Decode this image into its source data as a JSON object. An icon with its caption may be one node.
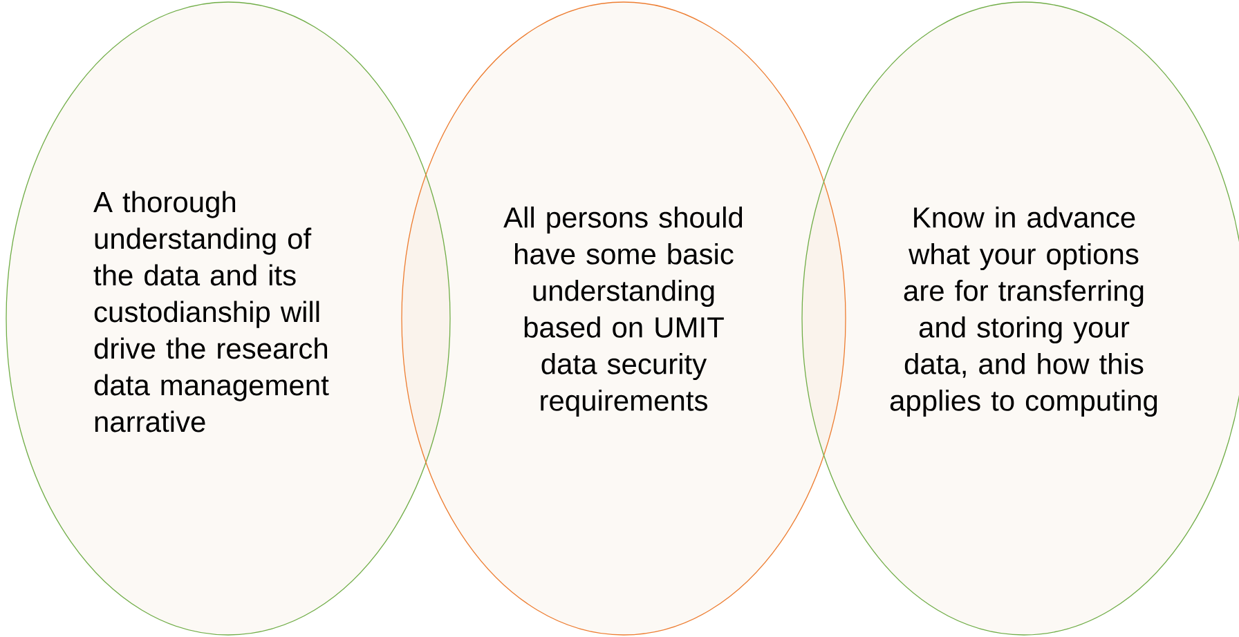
{
  "diagram": {
    "nodes": [
      {
        "text": [
          "A thorough understanding of the data and its custodianship will drive the research data management narrative"
        ]
      },
      {
        "text": [
          "All persons should have some basic understanding based on UMIT data security requirements"
        ]
      },
      {
        "text": [
          "Know in advance what your options are for transferring and storing your data, and how this applies to computing"
        ]
      }
    ]
  }
}
